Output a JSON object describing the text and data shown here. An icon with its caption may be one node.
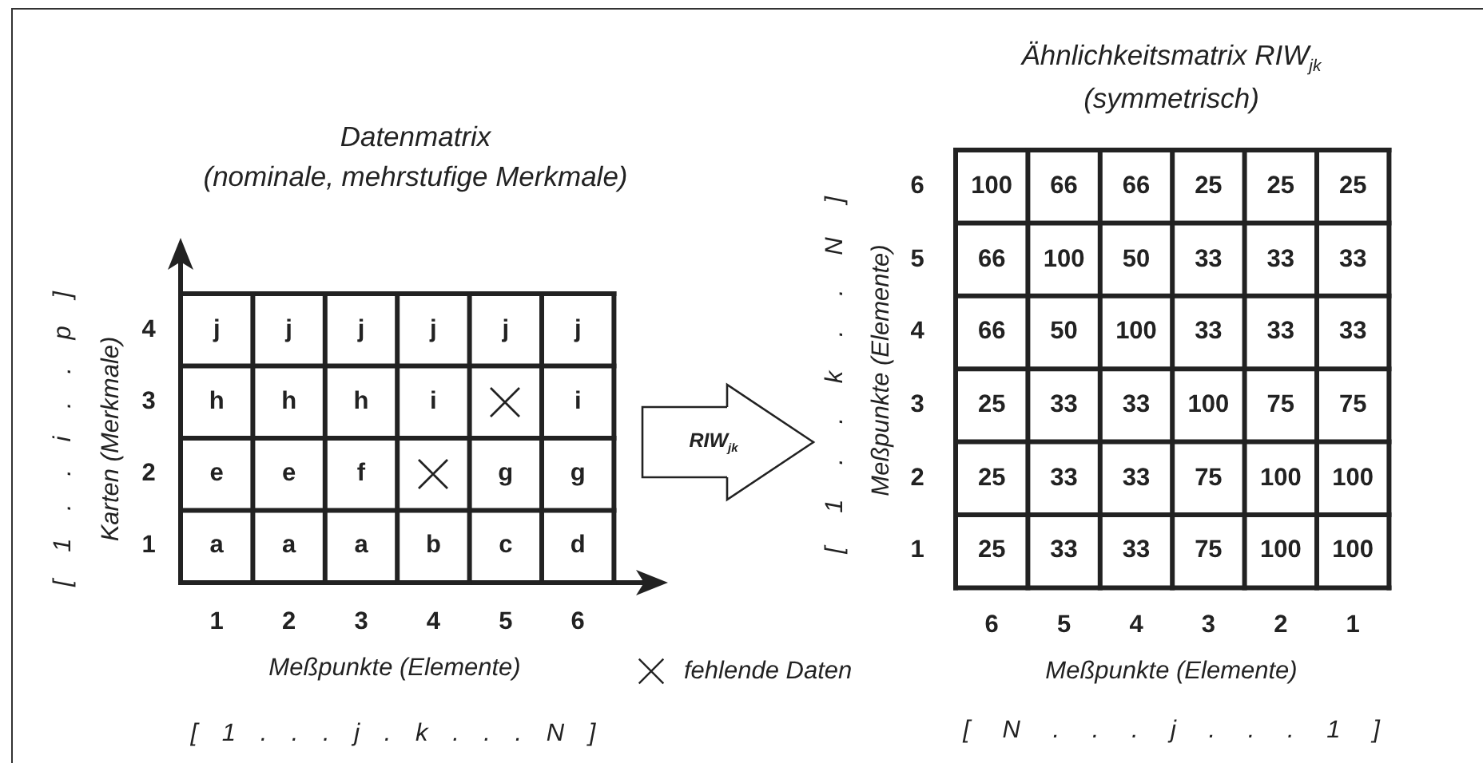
{
  "diagram": {
    "nodes": [
      {
        "text": [
          "Datenmatrix",
          "(nominale, mehrstufige Merkmale)"
        ]
      },
      {
        "text": [
          "Ähnlichkeitsmatrix RIW$_{jk}$",
          "(symmetrisch)"
        ]
      }
    ],
    "edges": [
      {
        "from": 0,
        "to": 1,
        "arrow": "to",
        "label": "RIW$_{jk}$"
      }
    ],
    "labels": [
      "[ 1 . . i . . p ]",
      "Karten (Merkmale)",
      "4",
      "j",
      "j",
      "j",
      "j",
      "j",
      "j",
      "3",
      "h",
      "h",
      "h",
      "i",
      "i",
      "2",
      "e",
      "e",
      "f",
      "g",
      "g",
      "1",
      "a",
      "a",
      "a",
      "b",
      "c",
      "d",
      "1",
      "2",
      "3",
      "4",
      "5",
      "6",
      "Meßpunkte (Elemente)",
      "[ 1 . . . j . k . . . N ]",
      "[ 1 . . k . . N ]",
      "Meßpunkte (Elemente)",
      "6",
      "100",
      "66",
      "66",
      "25",
      "25",
      "25",
      "5",
      "66",
      "100",
      "50",
      "33",
      "33",
      "33",
      "4",
      "66",
      "50",
      "100",
      "33",
      "33",
      "33",
      "3",
      "25",
      "33",
      "33",
      "100",
      "75",
      "75",
      "2",
      "25",
      "33",
      "33",
      "75",
      "100",
      "100",
      "1",
      "25",
      "33",
      "33",
      "75",
      "100",
      "100",
      "6",
      "5",
      "4",
      "3",
      "2",
      "1",
      "Meßpunkte (Elemente)",
      "[ N . . . j . . . 1 ]"
    ],
    "legend": [
      {
        "text": "fehlende Daten"
      }
    ]
  }
}
